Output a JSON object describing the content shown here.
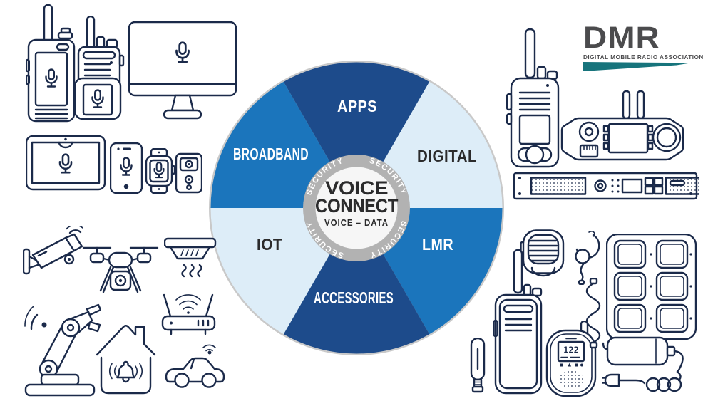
{
  "wheel": {
    "ring_label": "SECURITY",
    "center": {
      "line1": "VOICE",
      "line2": "CONNECT",
      "subtitle": "VOICE – DATA",
      "color": "#2b2b2c"
    },
    "segments": [
      {
        "label": "APPS",
        "fill": "#1d4b8b",
        "text": "#ffffff"
      },
      {
        "label": "DIGITAL",
        "fill": "#ddedf8",
        "text": "#2b2b2c"
      },
      {
        "label": "LMR",
        "fill": "#1b75bc",
        "text": "#ffffff"
      },
      {
        "label": "ACCESSORIES",
        "fill": "#1d4b8b",
        "text": "#ffffff"
      },
      {
        "label": "IOT",
        "fill": "#ddedf8",
        "text": "#2b2b2c"
      },
      {
        "label": "BROADBAND",
        "fill": "#1b75bc",
        "text": "#ffffff"
      }
    ],
    "rim_fill": "#c9c9c9",
    "ring_fill": "#b2b2b2",
    "center_fill": "#f6f6f6"
  },
  "logo": {
    "name": "DMR",
    "tagline": "DIGITAL MOBILE RADIO ASSOCIATION",
    "text_color": "#4b4b4d",
    "swoosh_color": "#17747c"
  },
  "radio_display": "122",
  "lineart_color": "#1b2a4a",
  "icons": {
    "top_left": [
      "portable-radio-icon",
      "portable-radio-icon",
      "desktop-computer-mic-icon"
    ],
    "mid_left": [
      "tablet-mic-icon",
      "smartphone-mic-icon",
      "smartwatch-mic-icon",
      "body-camera-icon"
    ],
    "lower_left": [
      "cctv-camera-icon",
      "drone-icon",
      "smoke-detector-icon"
    ],
    "bottom_left": [
      "robot-arm-icon",
      "smart-home-icon",
      "wifi-router-icon",
      "connected-car-icon"
    ],
    "top_right": [
      "handheld-radio-icon",
      "mobile-radio-icon",
      "rack-repeater-icon"
    ],
    "bottom_right": [
      "speaker-microphone-icon",
      "earpiece-icon",
      "multi-charger-icon",
      "walkie-talkie-icon",
      "antenna-icon",
      "consumer-radio-icon",
      "power-supply-icon",
      "coiled-cable-icon"
    ]
  }
}
